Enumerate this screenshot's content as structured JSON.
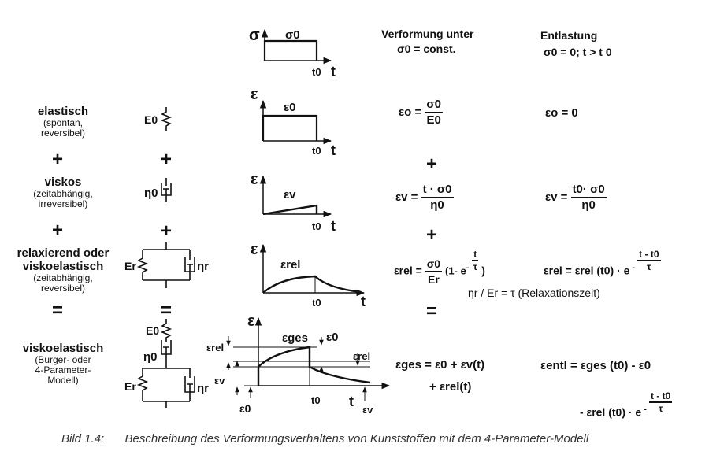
{
  "rows": {
    "elastic": {
      "title": "elastisch",
      "desc1": "(spontan,",
      "desc2": "reversibel)"
    },
    "viscous": {
      "title": "viskos",
      "desc1": "(zeitabhängig,",
      "desc2": "irreversibel)"
    },
    "relax": {
      "title1": "relaxierend oder",
      "title2": "viskoelastisch",
      "desc1": "(zeitabhängig,",
      "desc2": "reversibel)"
    },
    "visco": {
      "title": "viskoelastisch",
      "desc1": "(Burger- oder",
      "desc2": "4-Parameter-",
      "desc3": "Modell)"
    }
  },
  "operators": {
    "plus": "+",
    "equals": "="
  },
  "headers": {
    "load": "Verformung unter",
    "load_cond": "σ0 = const.",
    "unload": "Entlastung",
    "unload_cond": "σ0 = 0; t > t 0"
  },
  "models": {
    "E0": "E0",
    "eta0": "η0",
    "Er": "Er",
    "etar": "ηr"
  },
  "graphs": {
    "sigma_axis": "σ",
    "sigma0": "σ0",
    "eps_axis": "ε",
    "t_axis": "t",
    "t0": "t0",
    "eps0": "ε0",
    "epsv": "εv",
    "epsrel": "εrel",
    "epsges": "εges"
  },
  "formulas": {
    "load_elastic": {
      "lhs": "εo =",
      "num": "σ0",
      "den": "E0"
    },
    "unload_elastic": "εo = 0",
    "load_viscous": {
      "lhs": "εv =",
      "num": "t · σ0",
      "den": "η0"
    },
    "unload_viscous": {
      "lhs": "εv =",
      "num": "t0· σ0",
      "den": "η0"
    },
    "load_relax": {
      "lhs": "εrel =",
      "num": "σ0",
      "den": "Er",
      "mid": "(1- e",
      "exp_num": "t",
      "exp_den": "τ",
      "close": ")"
    },
    "unload_relax": {
      "lhs": "εrel = εrel (t0) · e",
      "exp_num": "t - t0",
      "exp_den": "τ"
    },
    "relax_time": "ηr / Er = τ (Relaxationszeit)",
    "load_visco1": "εges = ε0 + εv(t)",
    "load_visco2": "+ εrel(t)",
    "unload_visco1": "εentl = εges (t0) - ε0",
    "unload_visco2": {
      "lhs": "- εrel (t0) · e",
      "exp_num": "t - t0",
      "exp_den": "τ"
    }
  },
  "caption": {
    "label": "Bild 1.4:",
    "text": "Beschreibung des Verformungsverhaltens von Kunststoffen mit dem 4-Parameter-Modell"
  }
}
